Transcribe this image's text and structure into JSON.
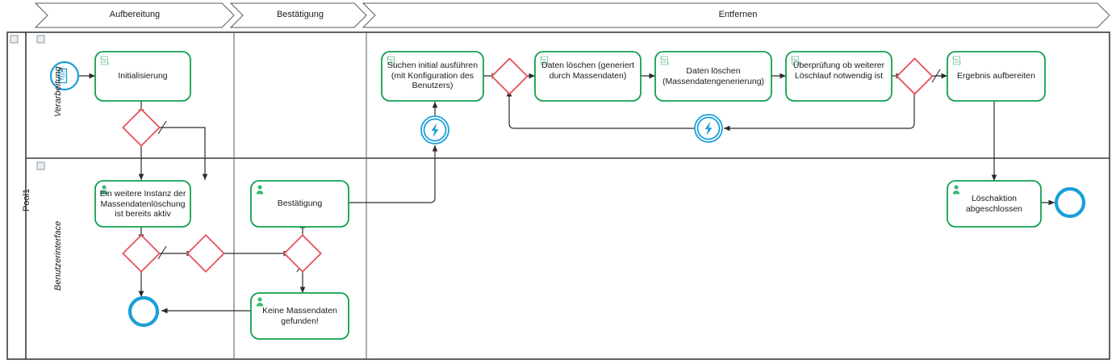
{
  "diagram": {
    "type": "bpmn-process-diagram",
    "pool": {
      "label": "Pool1"
    },
    "lanes": [
      {
        "id": "verarbeitung",
        "label": "Verarbeitung"
      },
      {
        "id": "benutzerinterface",
        "label": "Benutzerinterface"
      }
    ],
    "phases": [
      {
        "id": "phase-aufbereitung",
        "label": "Aufbereitung"
      },
      {
        "id": "phase-bestaetigung",
        "label": "Bestätigung"
      },
      {
        "id": "phase-entfernen",
        "label": "Entfernen"
      }
    ],
    "colors": {
      "task_stroke": "#12a050",
      "gateway_stroke": "#e8505b",
      "event_stroke": "#1b9fd8",
      "connector": "#2b2b2b",
      "lane_border": "#3b3b3b",
      "task_icon": "#2fb573",
      "background": "#ffffff"
    },
    "nodes": [
      {
        "id": "start-1",
        "kind": "start-event",
        "icon": "document-event-icon",
        "lane": "verarbeitung",
        "label": ""
      },
      {
        "id": "task-initialisierung",
        "kind": "script-task",
        "icon": "script-task-icon",
        "lane": "verarbeitung",
        "label": "Initialisierung"
      },
      {
        "id": "gateway-1",
        "kind": "exclusive-gateway",
        "lane": "verarbeitung",
        "label": ""
      },
      {
        "id": "task-suchen-initial",
        "kind": "script-task",
        "icon": "script-task-icon",
        "lane": "verarbeitung",
        "label": "Suchen initial ausführen (mit Konfiguration des Benutzers)"
      },
      {
        "id": "gateway-2",
        "kind": "exclusive-gateway",
        "lane": "verarbeitung",
        "label": ""
      },
      {
        "id": "task-daten-loeschen-gen",
        "kind": "script-task",
        "icon": "script-task-icon",
        "lane": "verarbeitung",
        "label": "Daten löschen (generiert durch Massendaten)"
      },
      {
        "id": "task-daten-loeschen-massen",
        "kind": "script-task",
        "icon": "script-task-icon",
        "lane": "verarbeitung",
        "label": "Daten löschen (Massendatengenerierung)"
      },
      {
        "id": "task-ueberpruefung",
        "kind": "script-task",
        "icon": "script-task-icon",
        "lane": "verarbeitung",
        "label": "Überprüfung ob weiterer Löschlauf notwendig ist"
      },
      {
        "id": "gateway-3",
        "kind": "exclusive-gateway",
        "lane": "verarbeitung",
        "label": ""
      },
      {
        "id": "task-ergebnis",
        "kind": "script-task",
        "icon": "script-task-icon",
        "lane": "verarbeitung",
        "label": "Ergebnis aufbereiten"
      },
      {
        "id": "event-signal-left",
        "kind": "intermediate-event",
        "icon": "signal-bolt-icon",
        "lane": "verarbeitung",
        "label": ""
      },
      {
        "id": "event-signal-right",
        "kind": "intermediate-event",
        "icon": "signal-bolt-icon",
        "lane": "verarbeitung",
        "label": ""
      },
      {
        "id": "task-instanz-aktiv",
        "kind": "user-task",
        "icon": "user-task-icon",
        "lane": "benutzerinterface",
        "label": "Ein weitere Instanz der Massendatenlöschung ist bereits aktiv"
      },
      {
        "id": "gateway-4",
        "kind": "exclusive-gateway",
        "lane": "benutzerinterface",
        "label": ""
      },
      {
        "id": "gateway-5",
        "kind": "exclusive-gateway",
        "lane": "benutzerinterface",
        "label": ""
      },
      {
        "id": "gateway-6",
        "kind": "exclusive-gateway",
        "lane": "benutzerinterface",
        "label": ""
      },
      {
        "id": "task-bestaetigung",
        "kind": "user-task",
        "icon": "user-task-icon",
        "lane": "benutzerinterface",
        "label": "Bestätigung"
      },
      {
        "id": "task-keine-massendaten",
        "kind": "user-task",
        "icon": "user-task-icon",
        "lane": "benutzerinterface",
        "label": "Keine Massendaten gefunden!"
      },
      {
        "id": "end-1",
        "kind": "end-event",
        "lane": "benutzerinterface",
        "label": ""
      },
      {
        "id": "task-loeschaktion",
        "kind": "user-task",
        "icon": "user-task-icon",
        "lane": "benutzerinterface",
        "label": "Löschaktion abgeschlossen"
      },
      {
        "id": "end-2",
        "kind": "end-event",
        "lane": "benutzerinterface",
        "label": ""
      }
    ]
  }
}
